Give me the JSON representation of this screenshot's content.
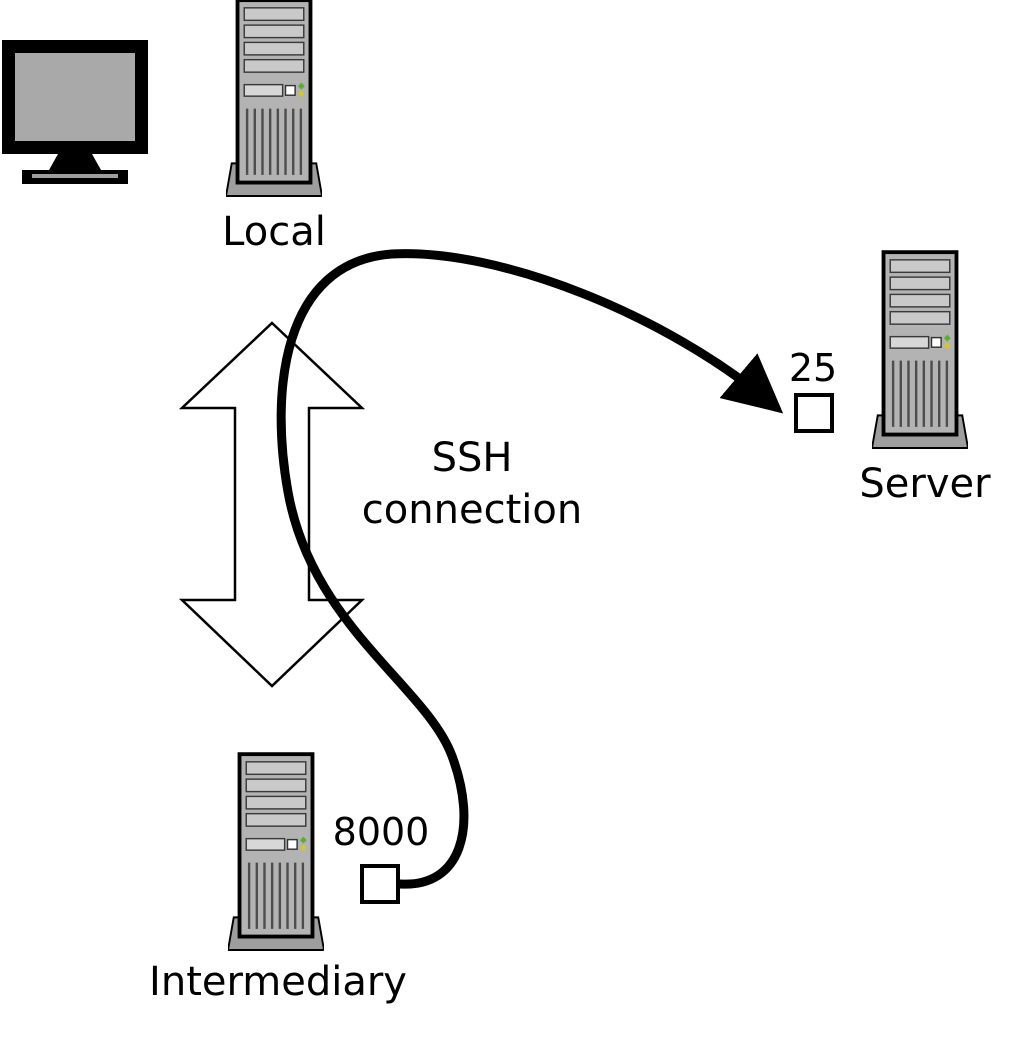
{
  "nodes": {
    "local": {
      "label": "Local",
      "icon": "computer-tower-icon"
    },
    "server": {
      "label": "Server",
      "port": "25",
      "icon": "computer-tower-icon"
    },
    "intermediary": {
      "label": "Intermediary",
      "port": "8000",
      "icon": "computer-tower-icon"
    },
    "display": {
      "icon": "monitor-icon"
    }
  },
  "connection": {
    "label_line1": "SSH",
    "label_line2": "connection",
    "tunnel_from_port": "8000",
    "tunnel_to_port": "25"
  },
  "colors": {
    "background": "#ffffff",
    "stroke": "#000000",
    "tower_body": "#b3b3b3",
    "tower_slat": "#c9c9c9",
    "tower_base": "#9e9e9e",
    "monitor_screen": "#a9a9a9",
    "port_square_fill": "#ffffff",
    "led_green": "#58b030",
    "led_amber": "#d6c62e"
  }
}
